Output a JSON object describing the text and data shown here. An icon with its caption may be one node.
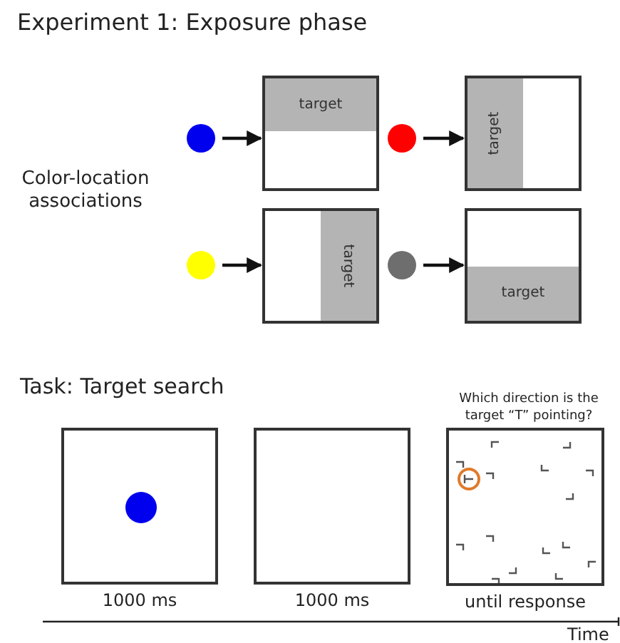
{
  "diagram": {
    "title": "Experiment 1: Exposure phase",
    "nodes": [
      {
        "text": [],
        "shape": "circle"
      },
      {
        "text": [
          "target"
        ]
      },
      {
        "text": [],
        "shape": "circle"
      },
      {
        "text": [
          "target"
        ]
      },
      {
        "text": [],
        "shape": "circle"
      },
      {
        "text": [
          "target"
        ]
      },
      {
        "text": [],
        "shape": "circle"
      },
      {
        "text": [
          "target"
        ]
      },
      {
        "text": [],
        "shape": "box",
        "beside": [
          "1000 ms"
        ]
      },
      {
        "text": [],
        "shape": "circle",
        "in": 8
      },
      {
        "text": [],
        "shape": "box",
        "beside": [
          "1000 ms"
        ]
      },
      {
        "text": [
          "Which direction is the target “T” pointing?"
        ],
        "beside": [
          "until response"
        ]
      }
    ],
    "edges": [
      {
        "from": 0,
        "to": 1,
        "arrow": "to"
      },
      {
        "from": 2,
        "to": 3,
        "arrow": "to"
      },
      {
        "from": 4,
        "to": 5,
        "arrow": "to"
      },
      {
        "from": 6,
        "to": 7,
        "arrow": "to"
      }
    ],
    "labels": [
      "Color-location associations",
      "Task: Target search",
      "Time"
    ]
  }
}
